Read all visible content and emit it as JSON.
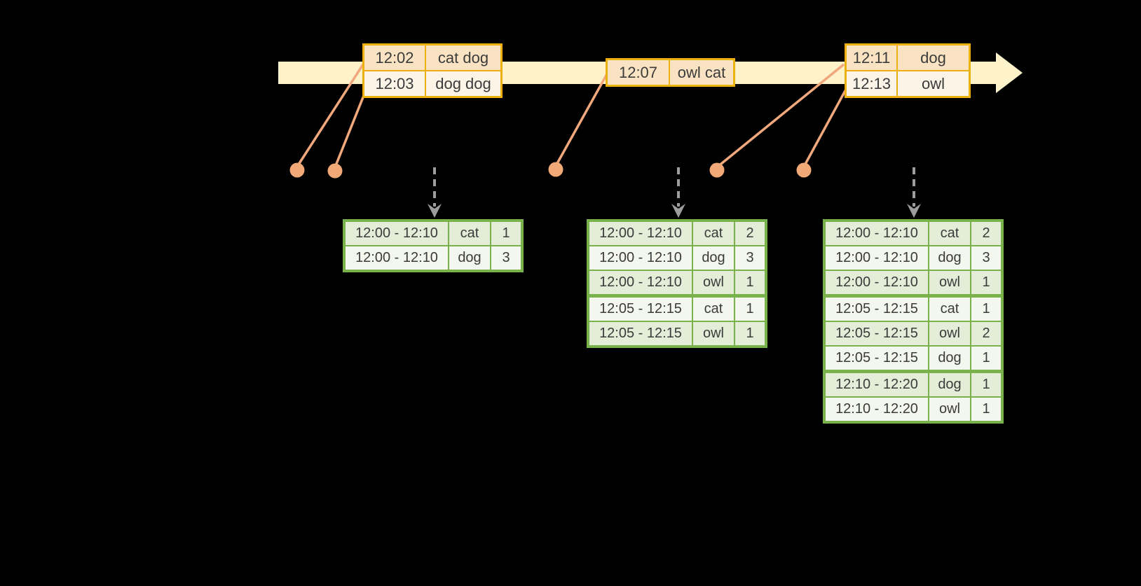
{
  "palette": {
    "background": "#000000",
    "timeline_band": "#fdf2c9",
    "event_table_border": "#edb10f",
    "event_row_peach": "#fae3c2",
    "event_row_cream": "#fdf4e8",
    "connector_salmon": "#f0a87c",
    "trigger_arrow_gray": "#9d9d9d",
    "result_table_border": "#79b24a",
    "result_row_green": "#e4edd8",
    "result_row_white": "#f3f7ed",
    "text": "#3b3b3b"
  },
  "event_tables": [
    {
      "rows": [
        {
          "time": "12:02",
          "words": "cat dog"
        },
        {
          "time": "12:03",
          "words": "dog dog"
        }
      ]
    },
    {
      "rows": [
        {
          "time": "12:07",
          "words": "owl cat"
        }
      ]
    },
    {
      "rows": [
        {
          "time": "12:11",
          "words": "dog"
        },
        {
          "time": "12:13",
          "words": "owl"
        }
      ]
    }
  ],
  "result_tables": [
    {
      "rows": [
        {
          "window": "12:00 - 12:10",
          "word": "cat",
          "count": "1"
        },
        {
          "window": "12:00 - 12:10",
          "word": "dog",
          "count": "3"
        }
      ]
    },
    {
      "rows": [
        {
          "window": "12:00 - 12:10",
          "word": "cat",
          "count": "2"
        },
        {
          "window": "12:00 - 12:10",
          "word": "dog",
          "count": "3"
        },
        {
          "window": "12:00 - 12:10",
          "word": "owl",
          "count": "1"
        },
        {
          "window": "12:05 - 12:15",
          "word": "cat",
          "count": "1"
        },
        {
          "window": "12:05 - 12:15",
          "word": "owl",
          "count": "1"
        }
      ]
    },
    {
      "rows": [
        {
          "window": "12:00 - 12:10",
          "word": "cat",
          "count": "2"
        },
        {
          "window": "12:00 - 12:10",
          "word": "dog",
          "count": "3"
        },
        {
          "window": "12:00 - 12:10",
          "word": "owl",
          "count": "1"
        },
        {
          "window": "12:05 - 12:15",
          "word": "cat",
          "count": "1"
        },
        {
          "window": "12:05 - 12:15",
          "word": "owl",
          "count": "2"
        },
        {
          "window": "12:05 - 12:15",
          "word": "dog",
          "count": "1"
        },
        {
          "window": "12:10 - 12:20",
          "word": "dog",
          "count": "1"
        },
        {
          "window": "12:10 - 12:20",
          "word": "owl",
          "count": "1"
        }
      ]
    }
  ]
}
